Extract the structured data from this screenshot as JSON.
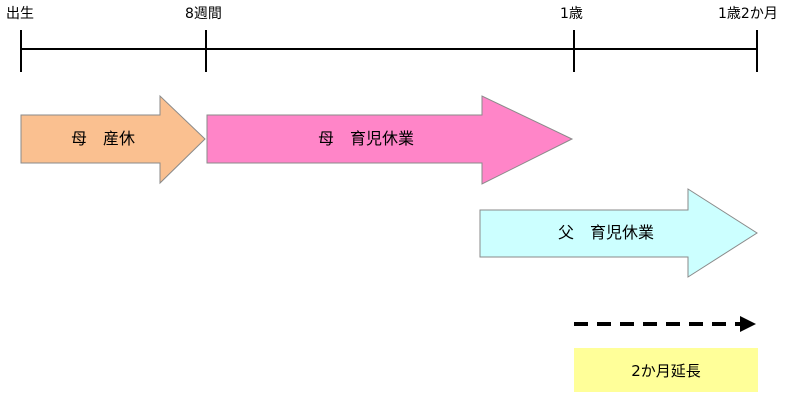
{
  "timeline": {
    "ticks": [
      {
        "label": "出生"
      },
      {
        "label": "8週間"
      },
      {
        "label": "1歳"
      },
      {
        "label": "1歳2か月"
      }
    ]
  },
  "arrows": [
    {
      "label": "母　産休",
      "fill": "#fac090"
    },
    {
      "label": "母　育児休業",
      "fill": "#ff85c8"
    },
    {
      "label": "父　育児休業",
      "fill": "#ccffff"
    }
  ],
  "extension": {
    "label": "2か月延長",
    "box_color": "#ffff99"
  }
}
